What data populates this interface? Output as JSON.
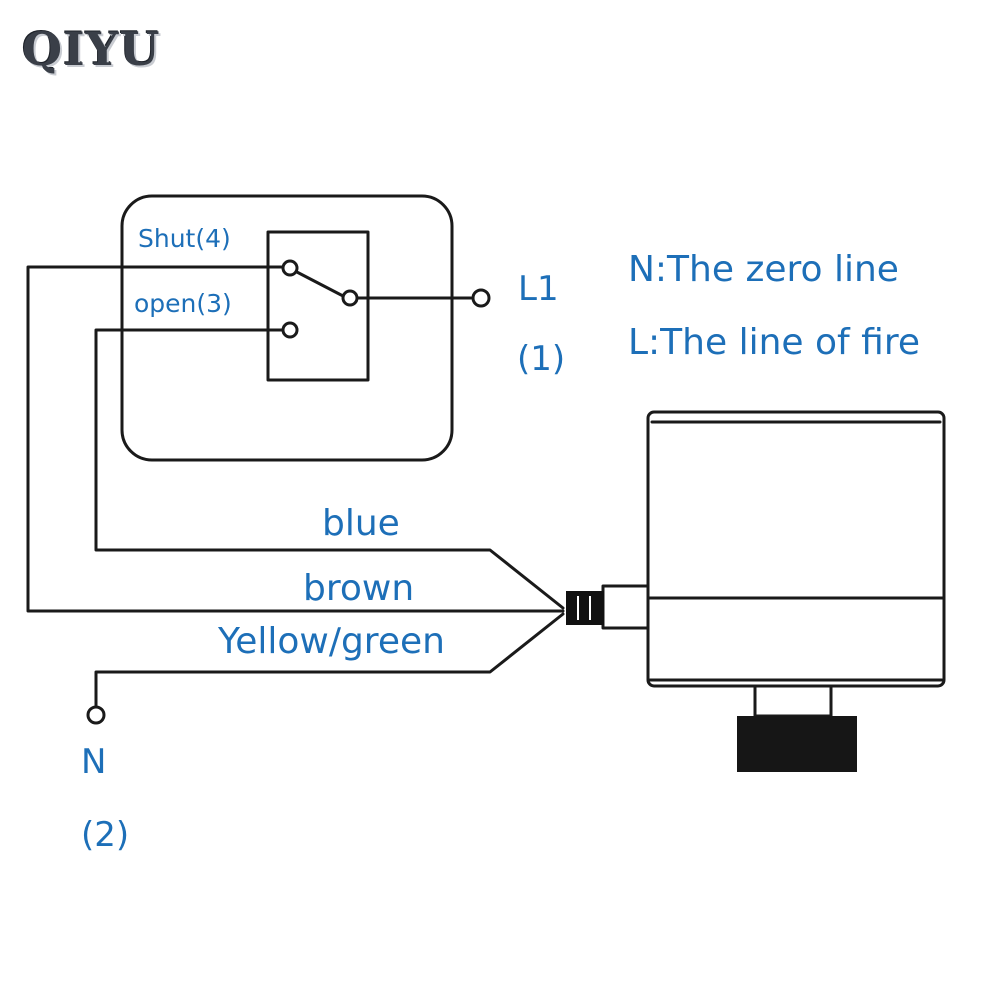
{
  "logo": {
    "text": "QIYU"
  },
  "switch": {
    "shut_label": "Shut(4)",
    "open_label": "open(3)"
  },
  "terminals": {
    "l1_label": "L1",
    "l1_number": "(1)",
    "n_label": "N",
    "n_number": "(2)"
  },
  "legend": {
    "n_definition": "N:The zero line",
    "l_definition": "L:The line of fire"
  },
  "wires": {
    "blue": "blue",
    "brown": "brown",
    "yellow_green": "Yellow/green"
  },
  "colors": {
    "label_blue": "#1d6fb8",
    "line": "#1a1a1a",
    "logo": "#3a3f48"
  }
}
